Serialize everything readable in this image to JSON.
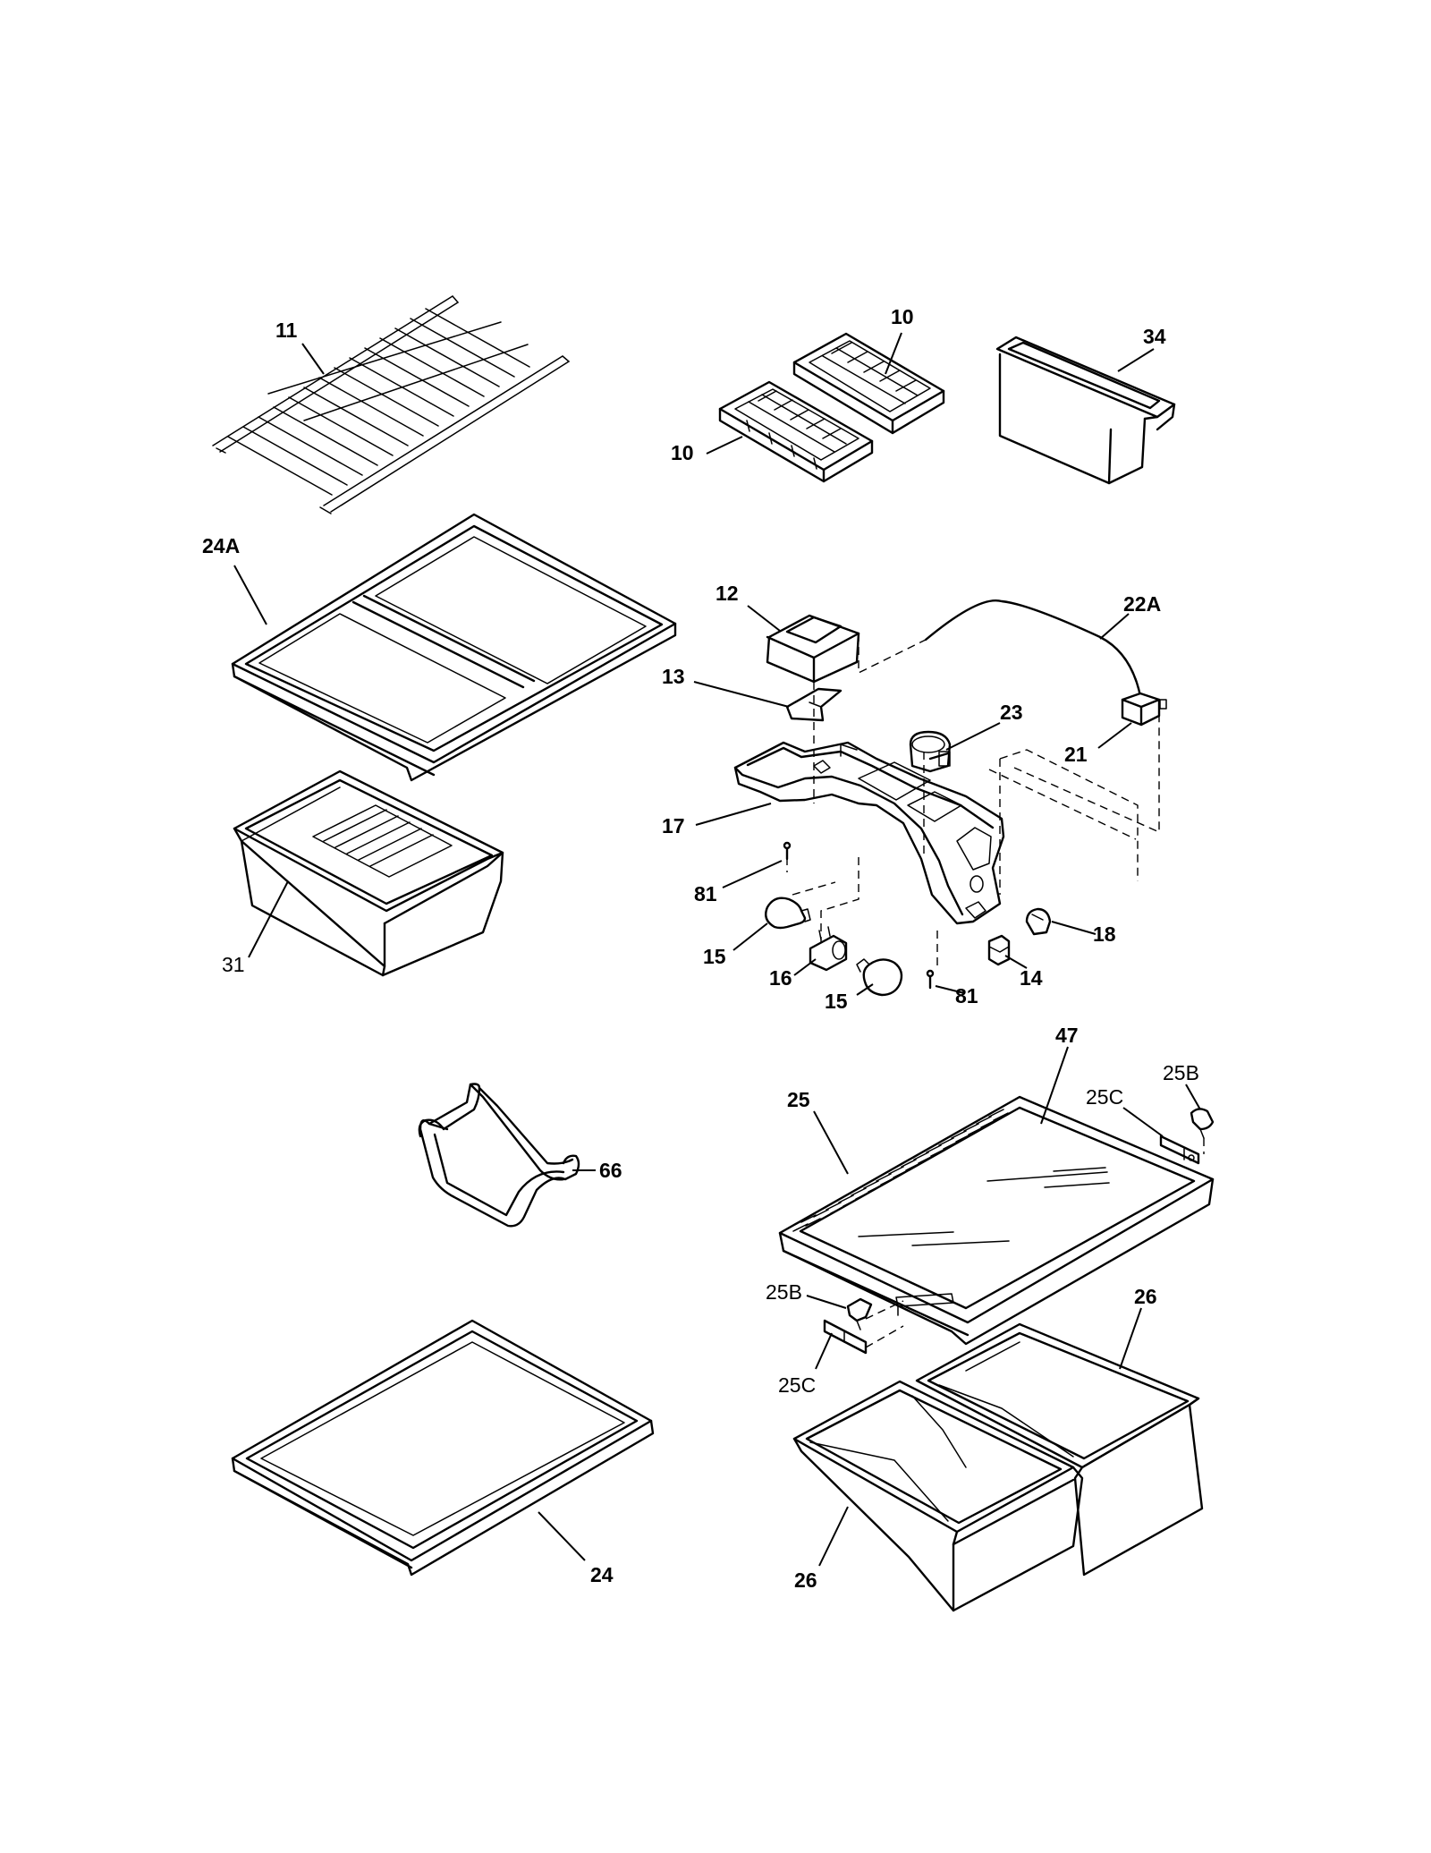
{
  "diagram": {
    "callouts": [
      {
        "id": "c11",
        "text": "11",
        "bold": true
      },
      {
        "id": "c10a",
        "text": "10",
        "bold": true
      },
      {
        "id": "c10b",
        "text": "10",
        "bold": true
      },
      {
        "id": "c34",
        "text": "34",
        "bold": true
      },
      {
        "id": "c24A",
        "text": "24A",
        "bold": true
      },
      {
        "id": "c12",
        "text": "12",
        "bold": true
      },
      {
        "id": "c22A",
        "text": "22A",
        "bold": true
      },
      {
        "id": "c13",
        "text": "13",
        "bold": true
      },
      {
        "id": "c23",
        "text": "23",
        "bold": true
      },
      {
        "id": "c21",
        "text": "21",
        "bold": true
      },
      {
        "id": "c17",
        "text": "17",
        "bold": true
      },
      {
        "id": "c31",
        "text": "31",
        "bold": false
      },
      {
        "id": "c81a",
        "text": "81",
        "bold": true
      },
      {
        "id": "c18",
        "text": "18",
        "bold": true
      },
      {
        "id": "c15a",
        "text": "15",
        "bold": true
      },
      {
        "id": "c16",
        "text": "16",
        "bold": true
      },
      {
        "id": "c14",
        "text": "14",
        "bold": true
      },
      {
        "id": "c15b",
        "text": "15",
        "bold": true
      },
      {
        "id": "c81b",
        "text": "81",
        "bold": true
      },
      {
        "id": "c47",
        "text": "47",
        "bold": true
      },
      {
        "id": "c25Ba",
        "text": "25B",
        "bold": false
      },
      {
        "id": "c25",
        "text": "25",
        "bold": true
      },
      {
        "id": "c25Ca",
        "text": "25C",
        "bold": false
      },
      {
        "id": "c66",
        "text": "66",
        "bold": true
      },
      {
        "id": "c25Bb",
        "text": "25B",
        "bold": false
      },
      {
        "id": "c26a",
        "text": "26",
        "bold": true
      },
      {
        "id": "c25Cb",
        "text": "25C",
        "bold": false
      },
      {
        "id": "c24",
        "text": "24",
        "bold": true
      },
      {
        "id": "c26b",
        "text": "26",
        "bold": true
      }
    ]
  }
}
